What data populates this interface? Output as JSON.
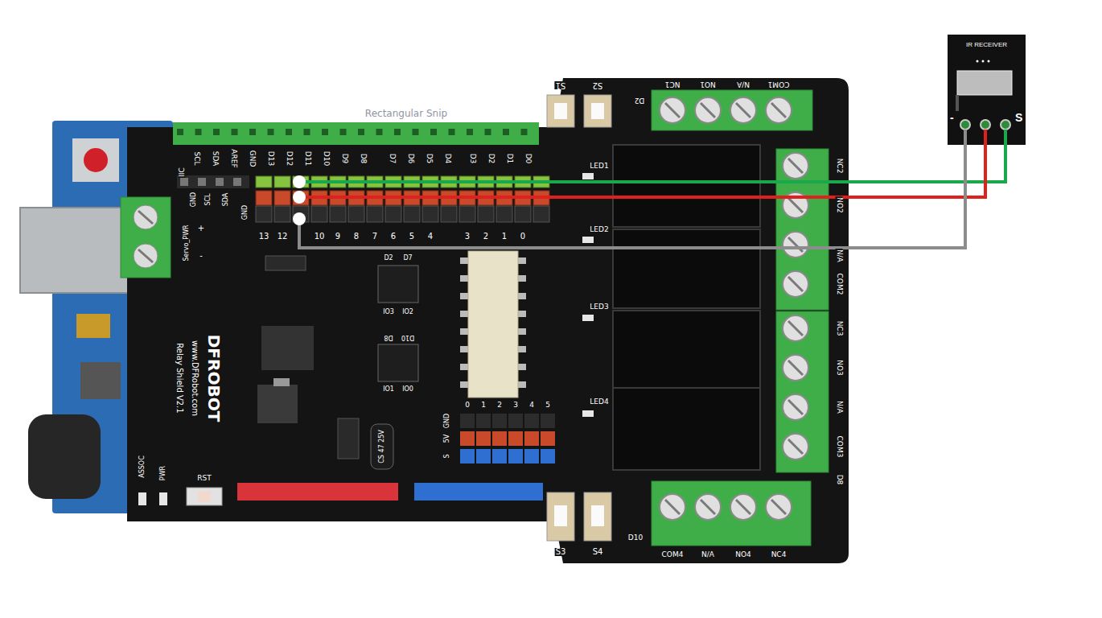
{
  "diagram": {
    "nodes": [
      {
        "text": [
          "IR RECEIVER",
          "-",
          "S"
        ]
      }
    ],
    "labels": [
      "Rectangular Snip",
      "IIC",
      "GND",
      "SCL",
      "SDA",
      "+",
      "-",
      "Servo_PWR",
      "SCL",
      "SDA",
      "AREF",
      "GND",
      "D13",
      "D12",
      "D11",
      "D10",
      "D9",
      "D8",
      "D7",
      "D6",
      "D5",
      "D4",
      "D3",
      "D2",
      "D1",
      "D0",
      "13",
      "12",
      "10",
      "9",
      "8",
      "7",
      "6",
      "5",
      "4",
      "3",
      "2",
      "1",
      "0",
      "GND",
      "DFROBOT",
      "www.DFRobot.com",
      "Relay Shield V2.1",
      "D2",
      "D7",
      "IO3",
      "IO2",
      "D8",
      "D10",
      "IO1",
      "IO0",
      "0",
      "1",
      "2",
      "3",
      "4",
      "5",
      "GND",
      "5V",
      "S",
      "CS 47 25V",
      "RST",
      "ASSOC",
      "PWR",
      "S1",
      "S2",
      "S3",
      "S4",
      "LED1",
      "LED2",
      "LED3",
      "LED4",
      "NC1",
      "NO1",
      "N/A",
      "COM1",
      "D2",
      "NC2",
      "NO2",
      "N/A",
      "COM2",
      "NC3",
      "NO3",
      "N/A",
      "COM3",
      "D8",
      "D10",
      "COM4",
      "N/A",
      "NO4",
      "NC4"
    ]
  }
}
